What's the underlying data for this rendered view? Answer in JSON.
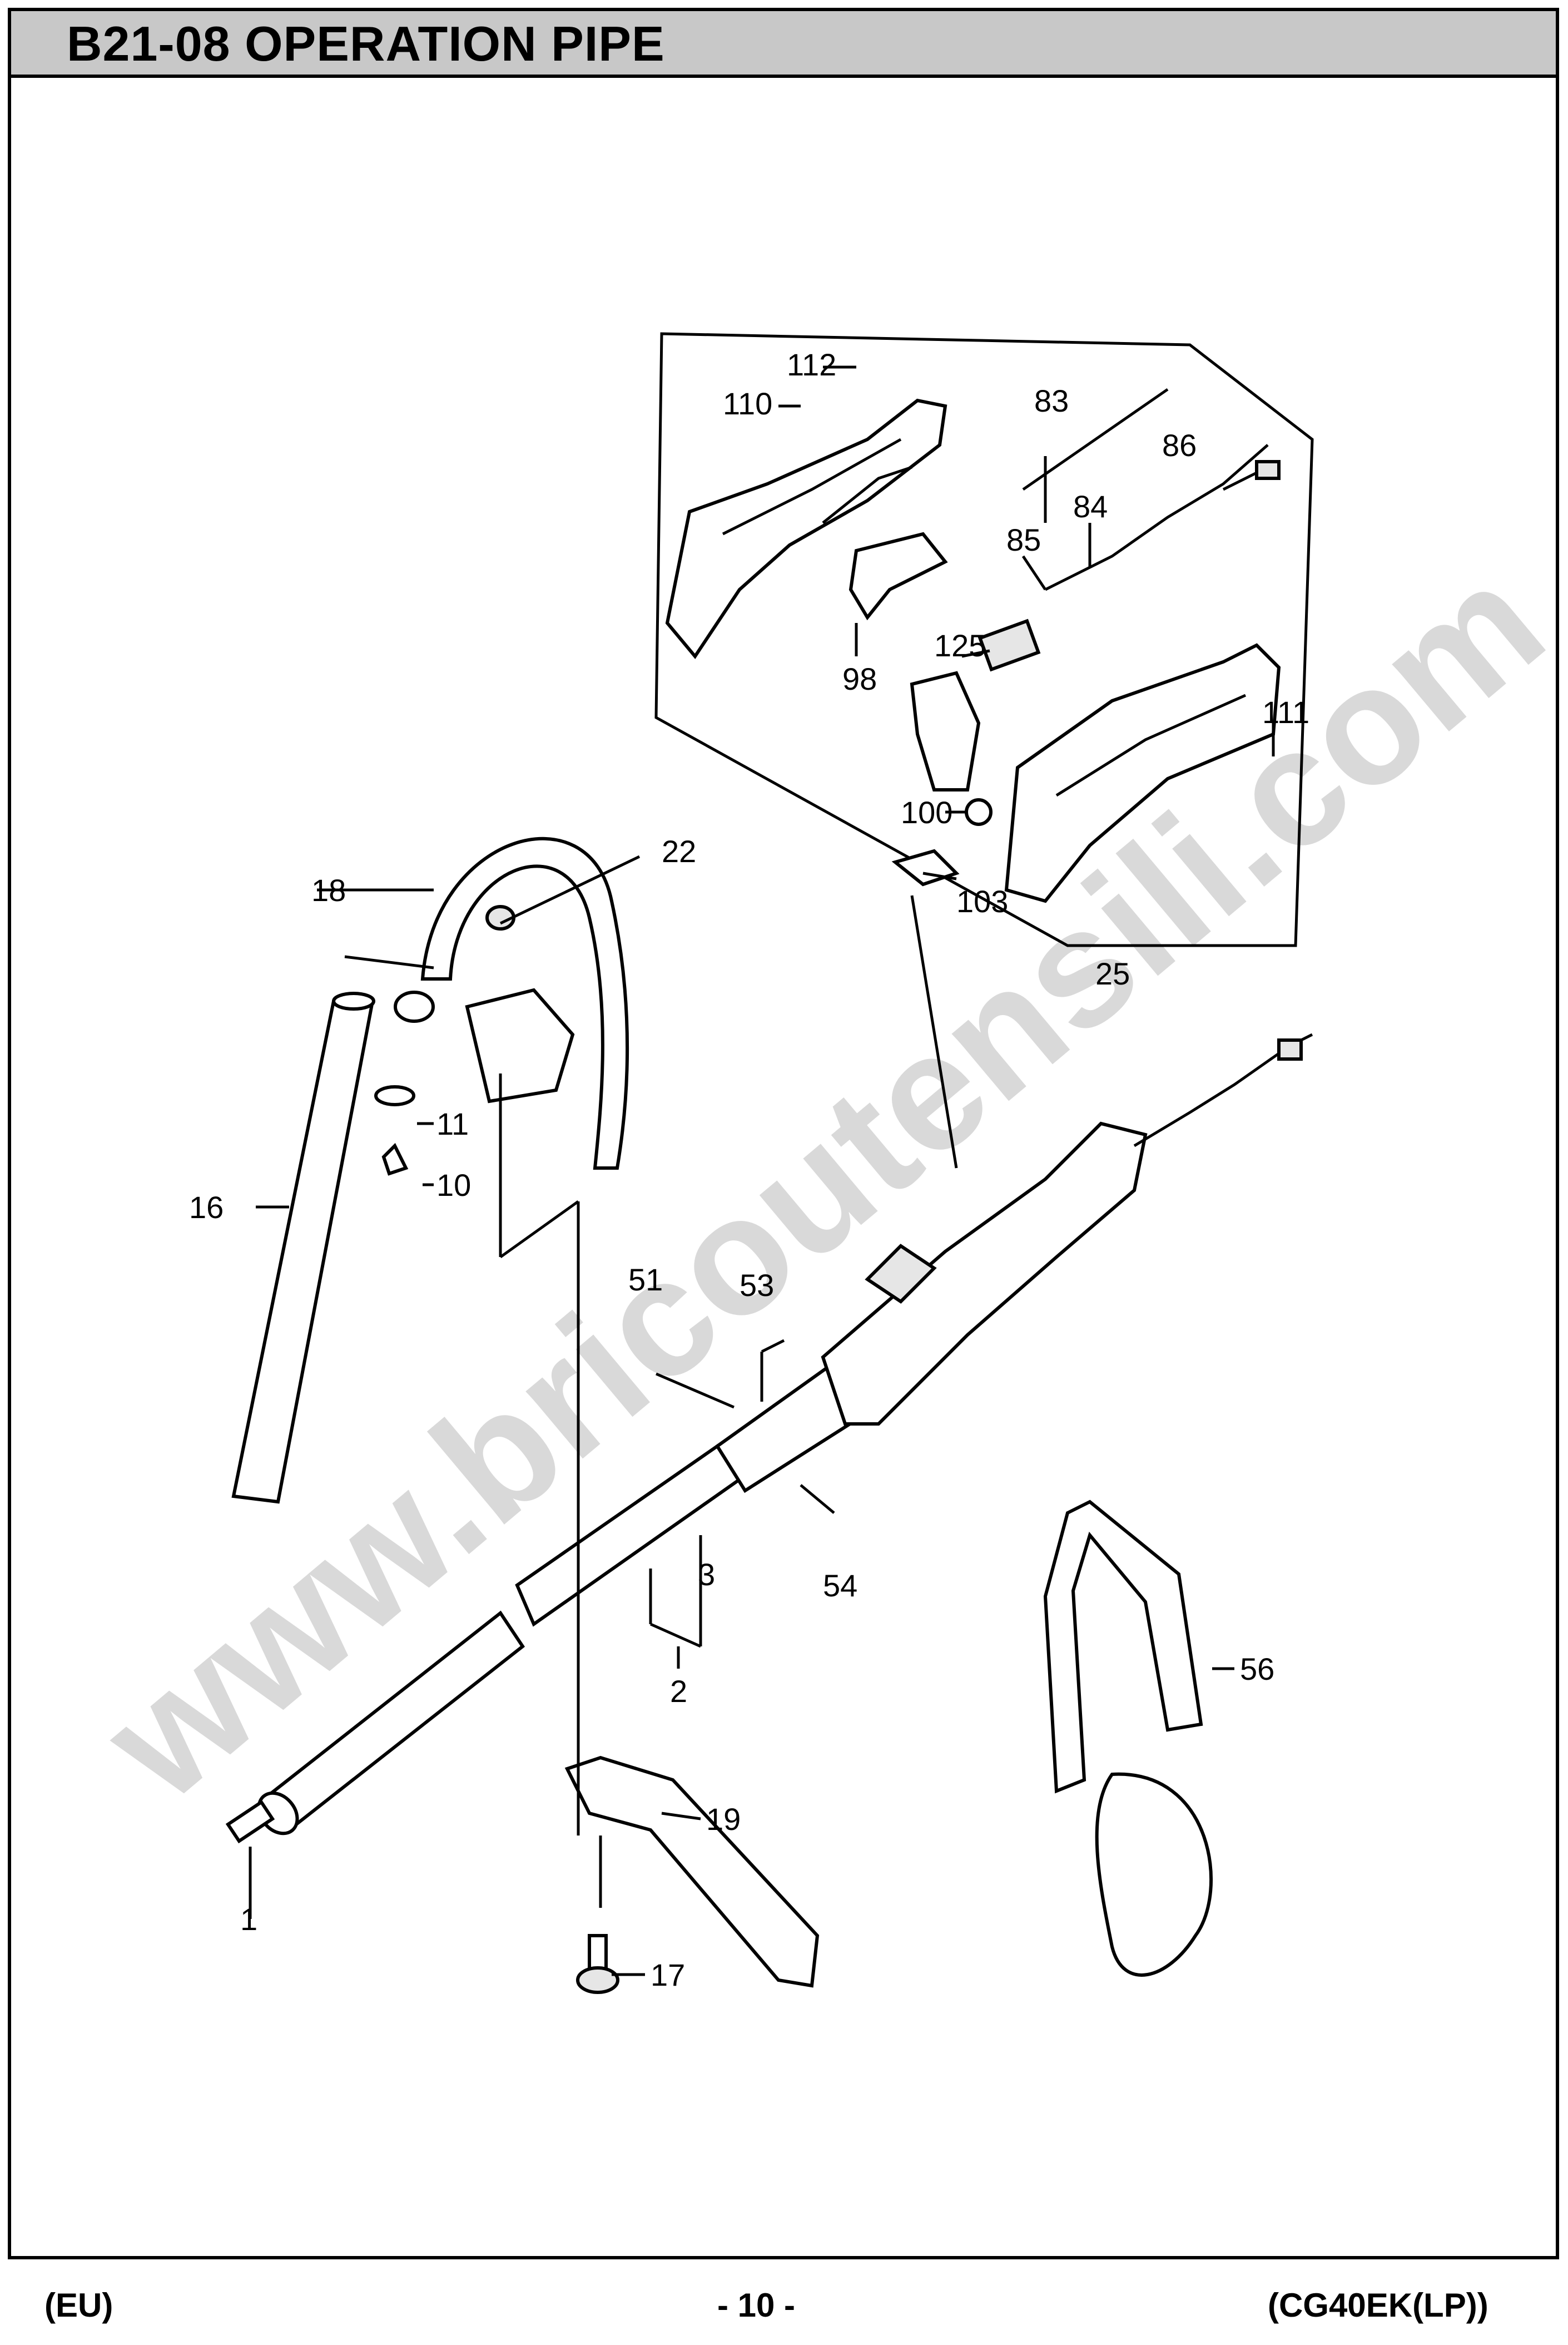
{
  "header": {
    "title": "B21-08 OPERATION PIPE"
  },
  "watermark": "www.bricoutensili.com",
  "labels": {
    "p1": "1",
    "p2": "2",
    "p3": "3",
    "p10": "10",
    "p11": "11",
    "p16": "16",
    "p17": "17",
    "p18": "18",
    "p19": "19",
    "p22": "22",
    "p25": "25",
    "p51": "51",
    "p53": "53",
    "p54": "54",
    "p56": "56",
    "p83": "83",
    "p84": "84",
    "p85": "85",
    "p86": "86",
    "p98": "98",
    "p100": "100",
    "p103": "103",
    "p110": "110",
    "p111": "111",
    "p112": "112",
    "p125": "125"
  },
  "footer": {
    "left": "(EU)",
    "center": "- 10 -",
    "right": "(CG40EK(LP))"
  },
  "colors": {
    "title_bar": "#c8c8c8",
    "watermark": "#d9d9d9",
    "line": "#000000"
  }
}
